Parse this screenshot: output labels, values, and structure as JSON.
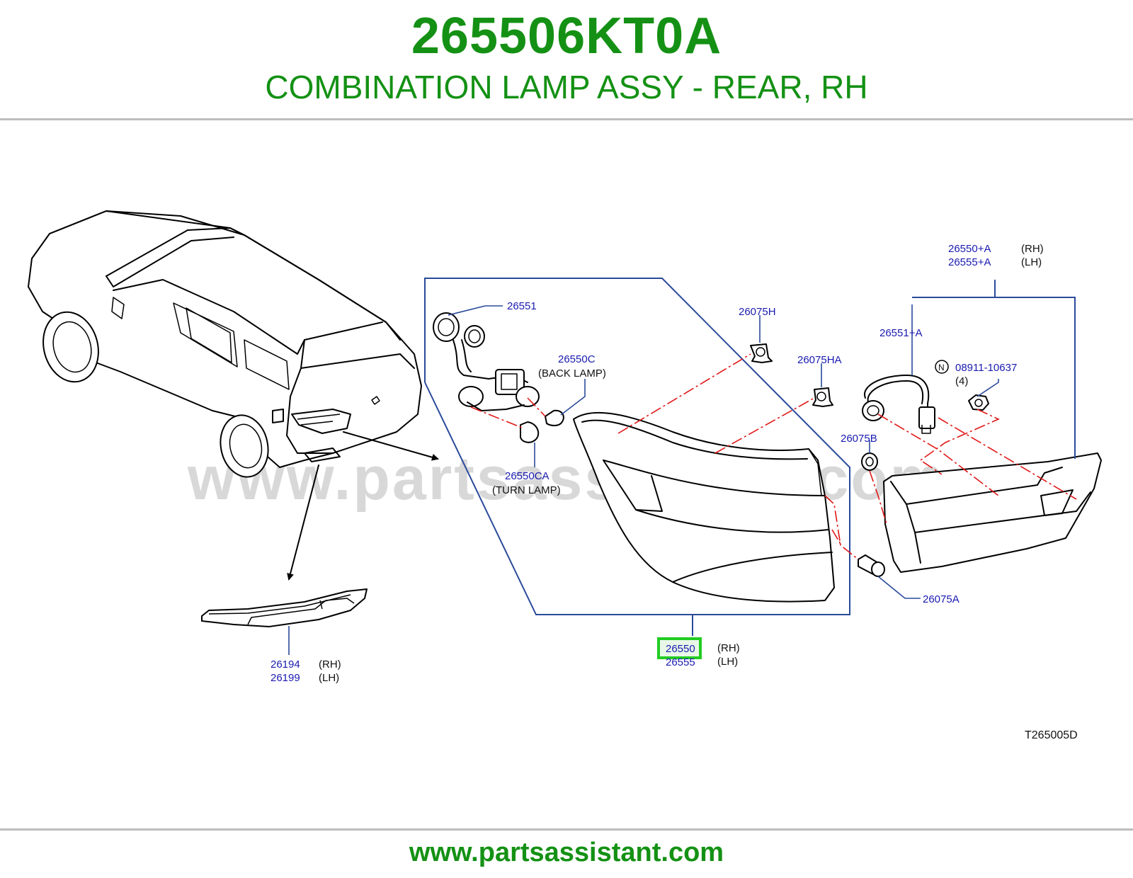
{
  "header": {
    "part_number": "265506KT0A",
    "part_title": "COMBINATION LAMP ASSY - REAR, RH"
  },
  "watermark": "www.partsassistant.com",
  "callouts": {
    "c26551": "26551",
    "c26550C": "26550C",
    "back_lamp": "(BACK   LAMP)",
    "c26550CA": "26550CA",
    "turn_lamp": "(TURN   LAMP)",
    "c26075H": "26075H",
    "c26075HA": "26075HA",
    "c26075B": "26075B",
    "c26075A": "26075A",
    "c26551A": "26551+A",
    "c26550A": "26550+A",
    "c26555A": "26555+A",
    "n_symbol": "N",
    "c08911": "08911-10637",
    "qty4": "(4)",
    "c26550": "26550",
    "c26555": "26555",
    "c26194": "26194",
    "c26199": "26199",
    "rh": "(RH)",
    "lh": "(LH)",
    "diagram_code": "T265005D"
  },
  "highlight": {
    "part": "26550",
    "color": "#22cc22"
  },
  "colors": {
    "brand_green": "#149114",
    "callout_blue": "#1a1ab0",
    "leader_blue": "#2a4a9a",
    "phantom_red": "#e01818"
  },
  "footer": {
    "url": "www.partsassistant.com"
  }
}
